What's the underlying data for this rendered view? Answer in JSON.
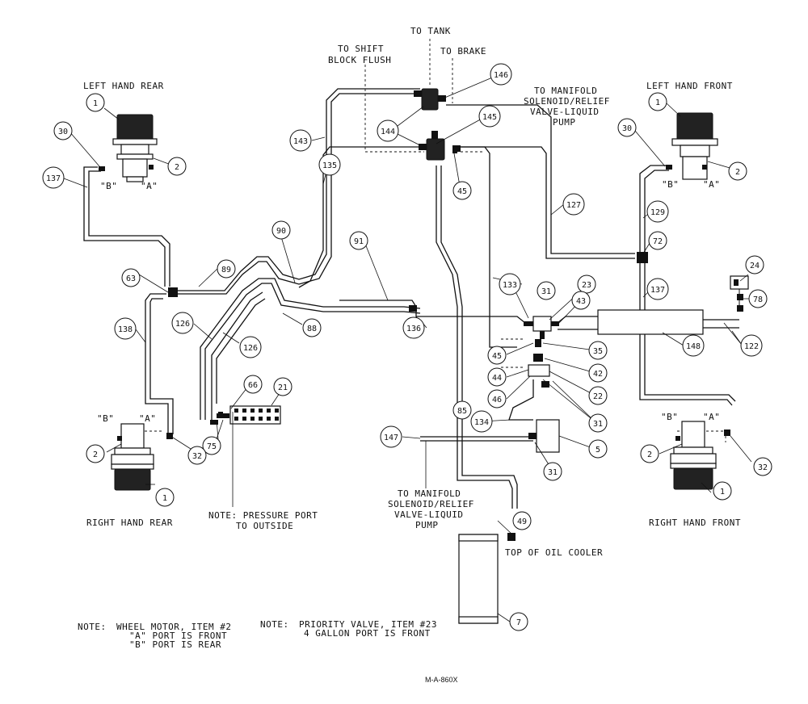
{
  "labels": {
    "left_hand_rear": "LEFT HAND REAR",
    "left_hand_front": "LEFT HAND FRONT",
    "right_hand_rear": "RIGHT HAND REAR",
    "right_hand_front": "RIGHT HAND FRONT",
    "to_tank": "TO TANK",
    "to_brake": "TO BRAKE",
    "to_shift_l1": "TO SHIFT",
    "to_shift_l2": "BLOCK FLUSH",
    "manifold_top_l1": "TO MANIFOLD",
    "manifold_top_l2": "SOLENOID/RELIEF",
    "manifold_top_l3": "VALVE-LIQUID",
    "manifold_top_l4": "PUMP",
    "manifold_bot_l1": "TO MANIFOLD",
    "manifold_bot_l2": "SOLENOID/RELIEF",
    "manifold_bot_l3": "VALVE-LIQUID",
    "manifold_bot_l4": "PUMP",
    "pressure_note_l1": "NOTE: PRESSURE PORT",
    "pressure_note_l2": "TO OUTSIDE",
    "oil_cooler_top": "TOP OF OIL COOLER",
    "port_b": "\"B\"",
    "port_a": "\"A\"",
    "note_word": "NOTE:",
    "wheel_note_l1": "WHEEL MOTOR, ITEM #2",
    "wheel_note_l2": "\"A\" PORT IS FRONT",
    "wheel_note_l3": "\"B\" PORT IS REAR",
    "priority_note_l1": "PRIORITY VALVE, ITEM #23",
    "priority_note_l2": "4 GALLON PORT IS FRONT",
    "drawing_number": "M-A-860X"
  },
  "callouts": {
    "c1": "1",
    "c2": "2",
    "c5": "5",
    "c7": "7",
    "c21": "21",
    "c22": "22",
    "c23": "23",
    "c24": "24",
    "c30": "30",
    "c31": "31",
    "c32": "32",
    "c35": "35",
    "c42": "42",
    "c43": "43",
    "c44": "44",
    "c45": "45",
    "c46": "46",
    "c49": "49",
    "c63": "63",
    "c66": "66",
    "c72": "72",
    "c75": "75",
    "c78": "78",
    "c85": "85",
    "c88": "88",
    "c89": "89",
    "c90": "90",
    "c91": "91",
    "c122": "122",
    "c126": "126",
    "c127": "127",
    "c129": "129",
    "c133": "133",
    "c134": "134",
    "c135": "135",
    "c136": "136",
    "c137": "137",
    "c138": "138",
    "c143": "143",
    "c144": "144",
    "c145": "145",
    "c146": "146",
    "c147": "147",
    "c148": "148"
  }
}
